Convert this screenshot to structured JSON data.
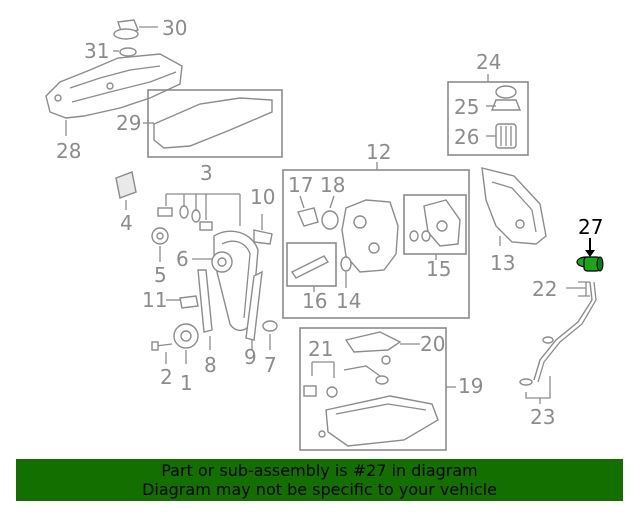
{
  "callouts": {
    "c1": "1",
    "c2": "2",
    "c3": "3",
    "c4": "4",
    "c5": "5",
    "c6": "6",
    "c7": "7",
    "c8": "8",
    "c9": "9",
    "c10": "10",
    "c11": "11",
    "c12": "12",
    "c13": "13",
    "c14": "14",
    "c15": "15",
    "c16": "16",
    "c17": "17",
    "c18": "18",
    "c19": "19",
    "c20": "20",
    "c21": "21",
    "c22": "22",
    "c23": "23",
    "c24": "24",
    "c25": "25",
    "c26": "26",
    "c27": "27",
    "c28": "28",
    "c29": "29",
    "c30": "30",
    "c31": "31"
  },
  "highlighted_part": "27",
  "colors": {
    "banner": "#137000",
    "line_art": "#8c8c8c",
    "highlight_part": "#1aa51a"
  },
  "banner": {
    "line1": "Part or sub-assembly is #27 in diagram",
    "line2": "Diagram may not be specific to your vehicle"
  }
}
